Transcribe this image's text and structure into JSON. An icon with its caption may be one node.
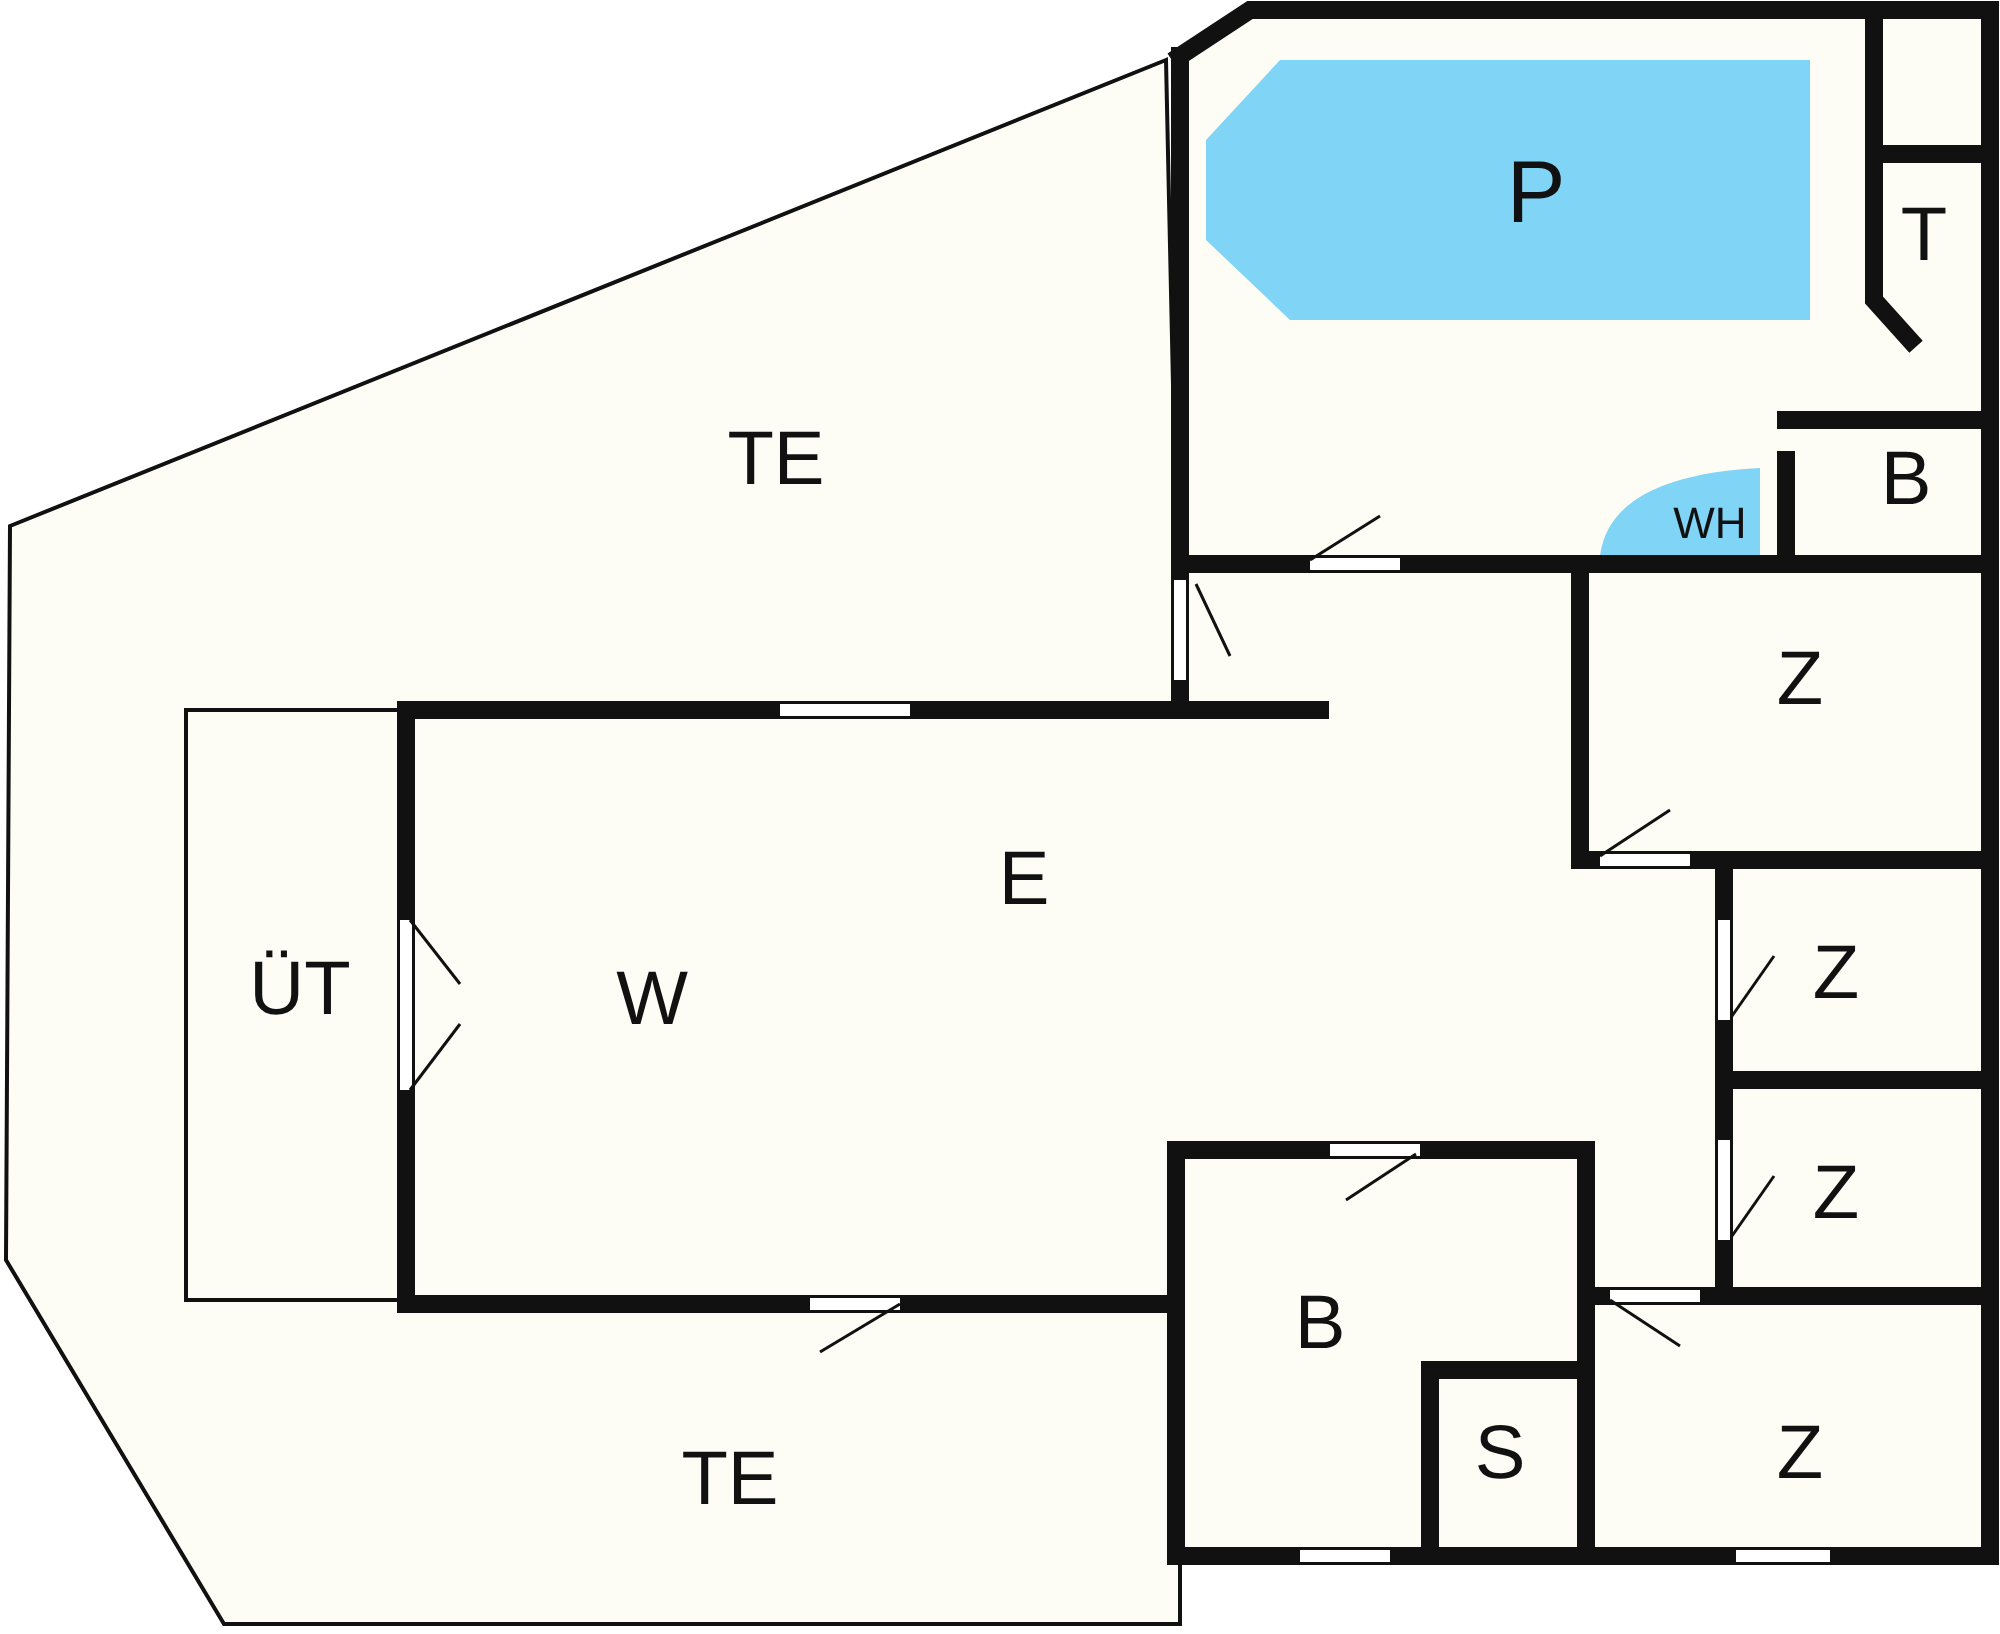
{
  "diagram": {
    "labels": [
      "P",
      "T",
      "TE",
      "B",
      "WH",
      "Z",
      "E",
      "ÜT",
      "W",
      "Z",
      "Z",
      "B",
      "S",
      "Z",
      "TE"
    ]
  }
}
